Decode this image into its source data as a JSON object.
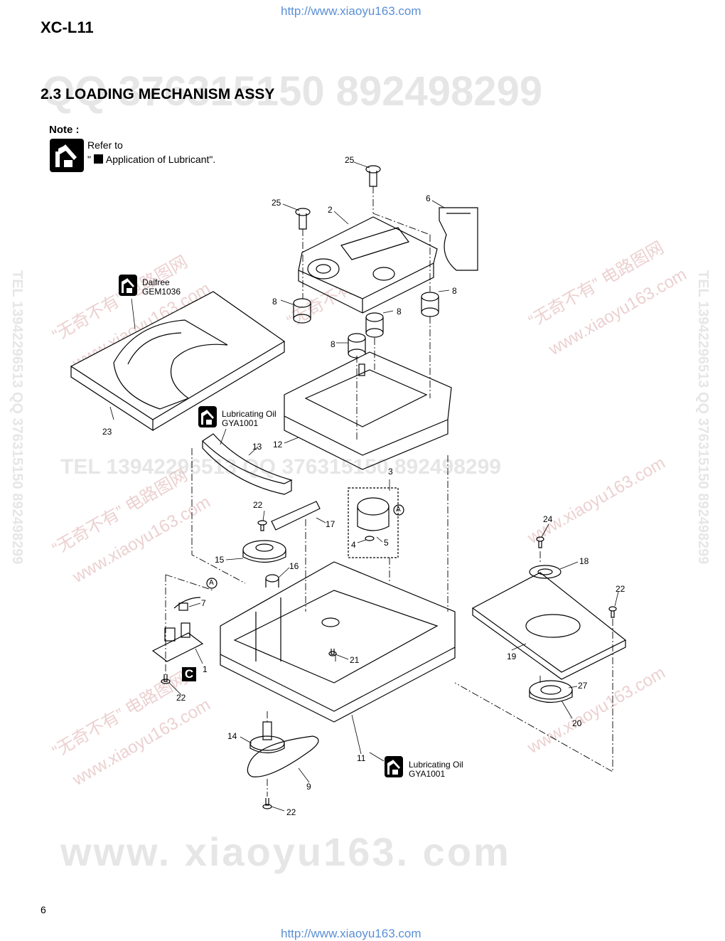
{
  "header": {
    "url_top": "http://www.xiaoyu163.com",
    "model": "XC-L11",
    "section_title": "2.3 LOADING MECHANISM ASSY"
  },
  "note": {
    "label": "Note :",
    "line1": "Refer to",
    "line2_prefix": "\" ",
    "line2_text": "Application of Lubricant\"."
  },
  "watermarks": {
    "qq_top": "QQ 376315150    892498299",
    "mid": "TEL 13942296513    QQ 376315150    892498299",
    "bottom": "www. xiaoyu163. com",
    "side_right": "TEL 13942296513  QQ 376315150  892498299",
    "side_left": "TEL 13942296513  QQ 376315150  892498299",
    "cn1": "“无奇不有” 电路图网",
    "cn2": "www.xiaoyu163.com"
  },
  "lubricants": {
    "daifree": {
      "name": "Daifree",
      "code": "GEM1036"
    },
    "oil_upper": {
      "name": "Lubricating Oil",
      "code": "GYA1001"
    },
    "oil_lower": {
      "name": "Lubricating Oil",
      "code": "GYA1001"
    }
  },
  "parts": {
    "p1": "1",
    "p2": "2",
    "p3": "3",
    "p4": "4",
    "p5": "5",
    "p6": "6",
    "p7": "7",
    "p8a": "8",
    "p8b": "8",
    "p8c": "8",
    "p8d": "8",
    "p9": "9",
    "p11": "11",
    "p12": "12",
    "p13": "13",
    "p14": "14",
    "p15": "15",
    "p16": "16",
    "p17": "17",
    "p18": "18",
    "p19": "19",
    "p20": "20",
    "p21": "21",
    "p22a": "22",
    "p22b": "22",
    "p22c": "22",
    "p22d": "22",
    "p23": "23",
    "p24": "24",
    "p25a": "25",
    "p25b": "25",
    "p27": "27",
    "ref_a1": "A",
    "ref_a2": "A",
    "c_mark": "C"
  },
  "footer": {
    "page_number": "6",
    "url_bottom": "http://www.xiaoyu163.com"
  }
}
